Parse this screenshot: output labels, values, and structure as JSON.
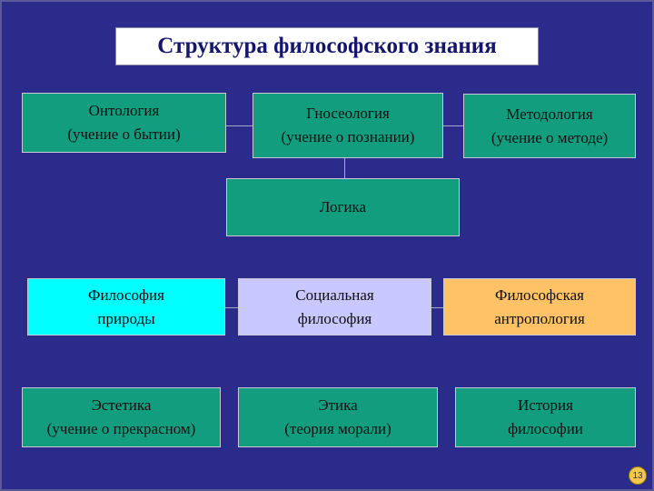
{
  "title": "Структура философского знания",
  "row1": [
    {
      "line1": "Онтология",
      "line2": "(учение о бытии)"
    },
    {
      "line1": "Гносеология",
      "line2": "(учение о познании)"
    },
    {
      "line1": "Методология",
      "line2": "(учение о методе)"
    }
  ],
  "logic": "Логика",
  "row3": [
    {
      "line1": "Философия",
      "line2": "природы"
    },
    {
      "line1": "Социальная",
      "line2": "философия"
    },
    {
      "line1": "Философская",
      "line2": "антропология"
    }
  ],
  "row4": [
    {
      "line1": "Эстетика",
      "line2": "(учение о прекрасном)"
    },
    {
      "line1": "Этика",
      "line2": "(теория морали)"
    },
    {
      "line1": "История",
      "line2": "философии"
    }
  ],
  "page_number": "13",
  "colors": {
    "background": "#2B2B8C",
    "teal": "#129E7E",
    "cyan": "#00FFFF",
    "lavender": "#C8C8FF",
    "orange": "#FFC266"
  }
}
